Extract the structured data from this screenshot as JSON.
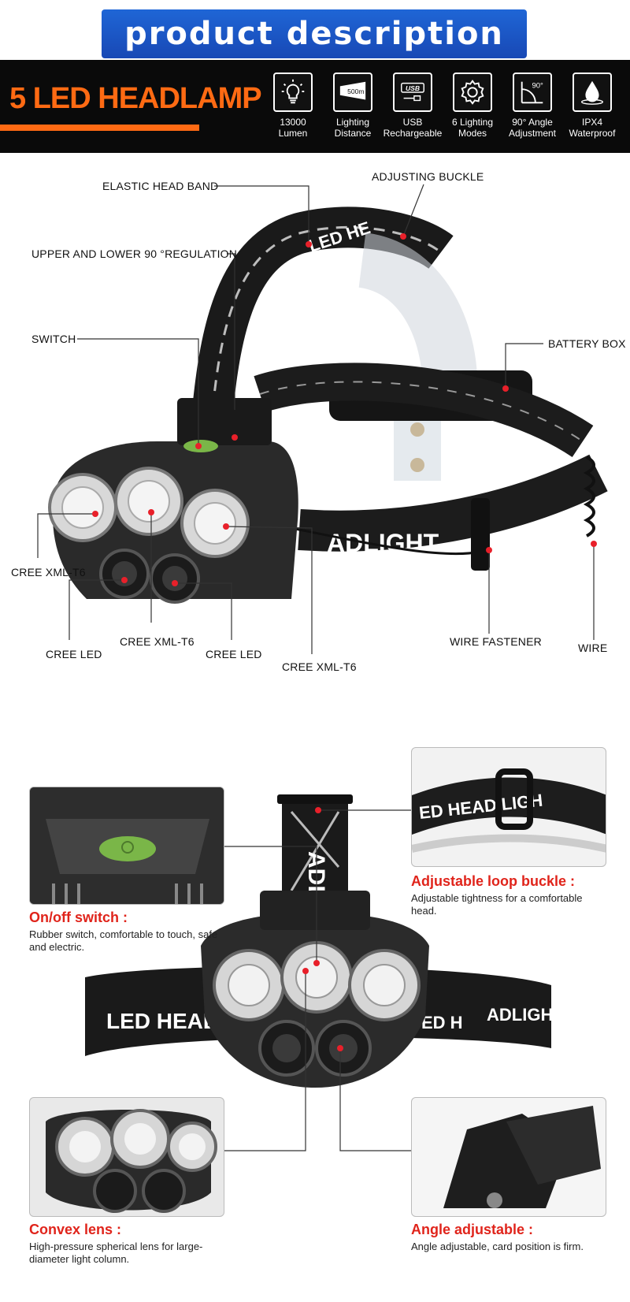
{
  "header": {
    "title": "product description",
    "brand": "5 LED HEADLAMP"
  },
  "features": [
    {
      "icon": "lightbulb-icon",
      "label": "13000\nLumen"
    },
    {
      "icon": "distance-icon",
      "badge": "500m",
      "label": "Lighting\nDistance"
    },
    {
      "icon": "usb-icon",
      "badge": "USB",
      "label": "USB\nRechargeable"
    },
    {
      "icon": "gear-icon",
      "label": "6 Lighting\nModes"
    },
    {
      "icon": "angle-icon",
      "badge": "90°",
      "label": "90° Angle\nAdjustment"
    },
    {
      "icon": "water-drop-icon",
      "label": "IPX4\nWaterproof"
    }
  ],
  "diagram": {
    "strap_text_top": "LED HE",
    "strap_text_side": "LED",
    "strap_text_front": "ADLIGHT",
    "callouts": {
      "elastic_head_band": "ELASTIC HEAD BAND",
      "adjusting_buckle": "ADJUSTING BUCKLE",
      "upper_lower_regulation": "UPPER AND LOWER 90 °REGULATION",
      "switch": "SWITCH",
      "battery_box": "BATTERY BOX",
      "cree_xml_t6_left": "CREE XML-T6",
      "cree_led_left": "CREE LED",
      "cree_xml_t6_mid": "CREE XML-T6",
      "cree_led_right": "CREE LED",
      "cree_xml_t6_right": "CREE XML-T6",
      "wire_fastener": "WIRE FASTENER",
      "wire": "WIRE"
    }
  },
  "details": {
    "strap_text_vertical": "ADLIGHT",
    "strap_text_left": "LED HEADL",
    "strap_text_right": "ED H",
    "strap_text_right_2": "ADLIGH",
    "buckle_strap_text": "ED HEAD LIGH",
    "switch": {
      "title": "On/off switch :",
      "desc": "Rubber switch, comfortable to touch, safe and electric."
    },
    "buckle": {
      "title": "Adjustable loop buckle :",
      "desc": "Adjustable tightness for a comfortable head."
    },
    "lens": {
      "title": "Convex lens :",
      "desc": "High-pressure spherical lens for large-diameter light column."
    },
    "angle": {
      "title": "Angle adjustable :",
      "desc": "Angle adjustable, card position is firm."
    }
  },
  "colors": {
    "accent_orange": "#ff6a13",
    "banner_blue": "#1f66d6",
    "caption_red": "#e0241b",
    "dot_red": "#e8202a",
    "switch_green": "#7ab648"
  }
}
